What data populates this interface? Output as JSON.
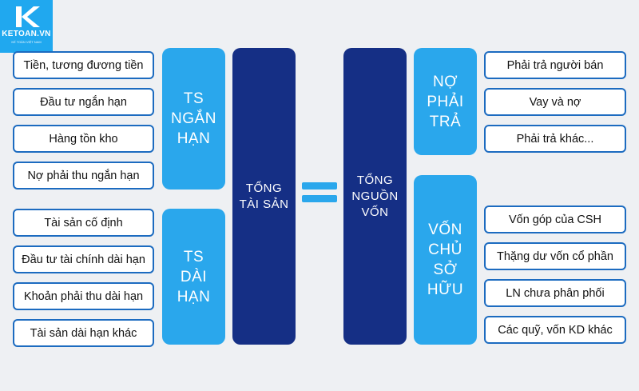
{
  "logo": {
    "text": "KETOAN.VN",
    "tagline": "KẾ TOÁN VIỆT NAM"
  },
  "left_items": [
    "Tiền, tương đương tiền",
    "Đầu tư ngắn hạn",
    "Hàng tồn kho",
    "Nợ phải thu ngắn hạn",
    "Tài sản cố định",
    "Đầu tư tài chính dài hạn",
    "Khoản phải thu dài hạn",
    "Tài sản dài hạn khác"
  ],
  "ts_ngan_han": [
    "TS",
    "NGẮN",
    "HẠN"
  ],
  "ts_dai_han": [
    "TS",
    "DÀI",
    "HẠN"
  ],
  "tong_tai_san": [
    "TỔNG",
    "TÀI SẢN"
  ],
  "tong_nguon_von": [
    "TỔNG",
    "NGUỒN",
    "VỐN"
  ],
  "no_phai_tra": [
    "NỢ",
    "PHẢI",
    "TRẢ"
  ],
  "von_chu_so_huu": [
    "VỐN",
    "CHỦ",
    "SỞ HỮU"
  ],
  "right_items": [
    "Phải trả người bán",
    "Vay và nợ",
    "Phải trả khác...",
    "Vốn góp của CSH",
    "Thặng dư vốn cổ phần",
    "LN chưa phân phối",
    "Các quỹ, vốn KD khác"
  ],
  "colors": {
    "light_blue": "#2aa7ec",
    "dark_blue": "#152f85",
    "border_blue": "#1c6bc0",
    "background": "#eef0f3"
  }
}
